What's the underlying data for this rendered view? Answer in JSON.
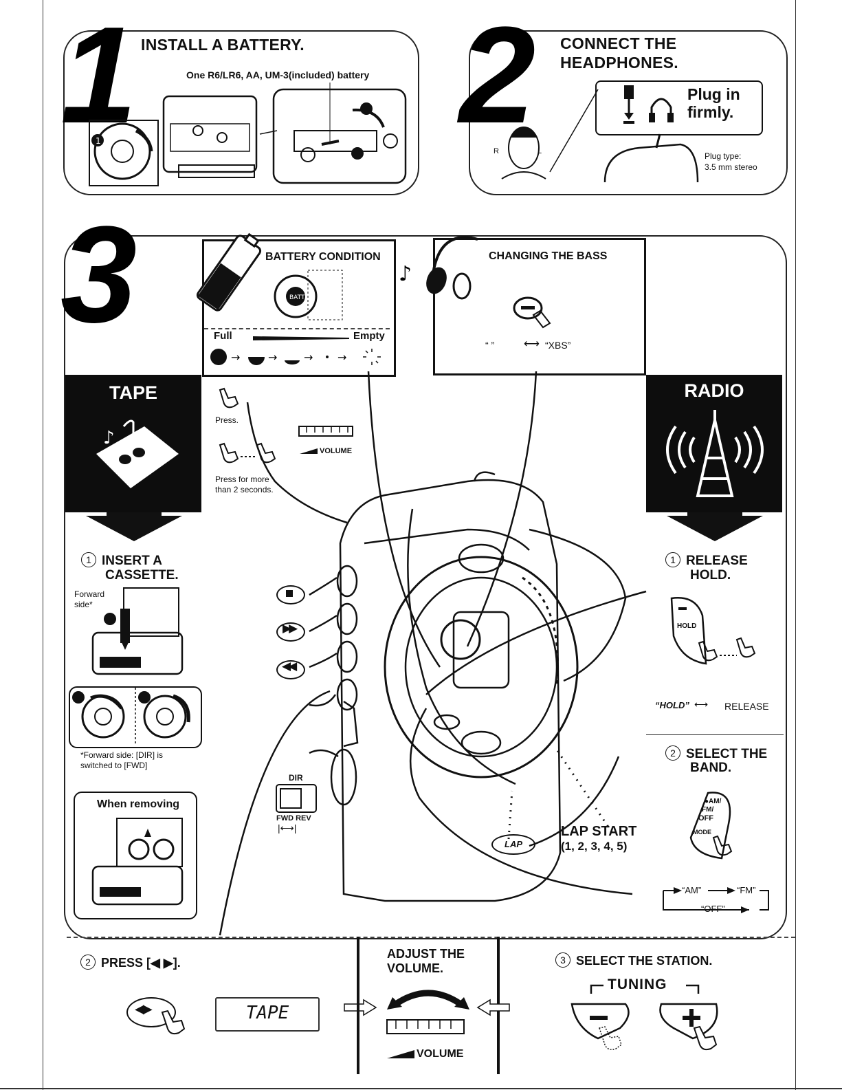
{
  "step1": {
    "number": "1",
    "title": "INSTALL A BATTERY.",
    "subtitle": "One R6/LR6, AA, UM-3(included) battery"
  },
  "step2": {
    "number": "2",
    "title_line1": "CONNECT THE",
    "title_line2": "HEADPHONES.",
    "plug_line1": "Plug in",
    "plug_line2": "firmly.",
    "right_label": "R",
    "left_label": "L",
    "plug_type_line1": "Plug type:",
    "plug_type_line2": "3.5 mm stereo"
  },
  "step3": {
    "number": "3",
    "battery_condition": {
      "title": "BATTERY CONDITION",
      "full": "Full",
      "empty": "Empty"
    },
    "bass": {
      "title": "CHANGING THE BASS",
      "toggle_left": "“      ”",
      "toggle_right": "“XBS”"
    },
    "press": "Press.",
    "press_more_line1": "Press for more",
    "press_more_line2": "than 2 seconds.",
    "volume_label": "VOLUME",
    "dir": {
      "label": "DIR",
      "fwd_rev": "FWD REV"
    },
    "lap": {
      "icon": "LAP",
      "label_line1": "LAP START",
      "label_line2": "(1, 2, 3, 4, 5)"
    }
  },
  "tape": {
    "heading": "TAPE",
    "insert_line1": "INSERT A",
    "insert_line2": "CASSETTE.",
    "forward_side_line1": "Forward",
    "forward_side_line2": "side*",
    "footnote_line1": "*Forward side: [DIR] is",
    "footnote_line2": "switched to [FWD]",
    "when_removing": "When removing",
    "press_step": "PRESS [◀ ▶].",
    "display": "TAPE"
  },
  "radio": {
    "heading": "RADIO",
    "release_line1": "RELEASE",
    "release_line2": "HOLD.",
    "hold": "HOLD",
    "hold_toggle_left": "“HOLD”",
    "hold_toggle_right": "RELEASE",
    "band_line1": "SELECT THE",
    "band_line2": "BAND.",
    "mode_labels": [
      "●AM/",
      "FM/",
      "OFF",
      "MODE"
    ],
    "cycle_am": "“AM”",
    "cycle_fm": "“FM”",
    "cycle_off": "“OFF”",
    "station": "SELECT THE STATION.",
    "tuning": "TUNING"
  },
  "adjust": {
    "line1": "ADJUST THE",
    "line2": "VOLUME.",
    "volume": "VOLUME"
  },
  "circle_numbers": {
    "one": "1",
    "two": "2",
    "three": "3"
  }
}
